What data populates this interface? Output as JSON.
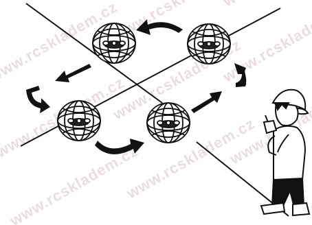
{
  "watermark": {
    "text": "www.rcskladem.cz",
    "color": "#d8c2c2"
  },
  "diagram": {
    "ink_color": "#111111",
    "background": "#ffffff",
    "drone_count": 4,
    "arrow_count": 6,
    "figure": "pilot-holding-remote-controller"
  }
}
